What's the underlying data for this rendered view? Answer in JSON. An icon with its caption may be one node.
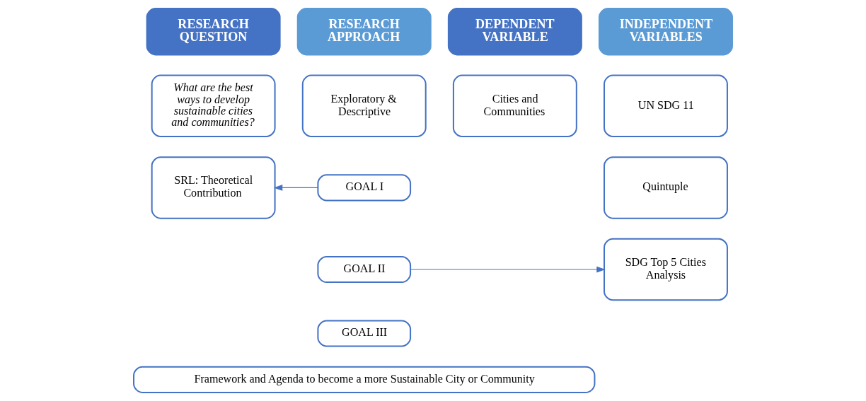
{
  "diagram": {
    "nodes": [
      {
        "text": [
          "RESEARCH QUESTION"
        ]
      },
      {
        "text": [
          "RESEARCH APPROACH"
        ]
      },
      {
        "text": [
          "DEPENDENT VARIABLE"
        ]
      },
      {
        "text": [
          "INDEPENDENT VARIABLES"
        ]
      },
      {
        "text": [
          "What are the best ways to develop sustainable cities and communities?"
        ]
      },
      {
        "text": [
          "Exploratory & Descriptive"
        ]
      },
      {
        "text": [
          "Cities and Communities"
        ]
      },
      {
        "text": [
          "UN SDG 11"
        ]
      },
      {
        "text": [
          "Quintuple"
        ]
      },
      {
        "text": [
          "SRL: Theoretical Contribution"
        ]
      },
      {
        "text": [
          "GOAL I"
        ]
      },
      {
        "text": [
          "GOAL II"
        ]
      },
      {
        "text": [
          "GOAL III"
        ]
      },
      {
        "text": [
          "SDG Top 5 Cities Analysis"
        ]
      },
      {
        "text": [
          "Framework and Agenda to become a more Sustainable City or Community"
        ]
      }
    ],
    "edges": [
      {
        "from": 10,
        "to": 9,
        "arrow": "to"
      },
      {
        "from": 11,
        "to": 13,
        "arrow": "to"
      }
    ]
  }
}
